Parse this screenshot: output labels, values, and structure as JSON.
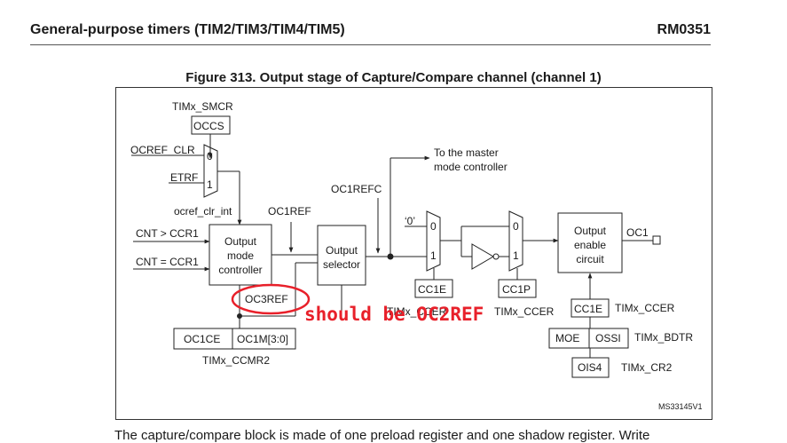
{
  "header": {
    "left": "General-purpose timers (TIM2/TIM3/TIM4/TIM5)",
    "right": "RM0351"
  },
  "figure": {
    "title": "Figure 313. Output stage of Capture/Compare channel (channel 1)",
    "id": "MS33145V1"
  },
  "labels": {
    "timx_smcr": "TIMx_SMCR",
    "occs": "OCCS",
    "ocref_clr": "OCREF_CLR",
    "etrf": "ETRF",
    "mux0": "0",
    "mux1": "1",
    "ocref_clr_int": "ocref_clr_int",
    "oc1ref": "OC1REF",
    "oc1refc": "OC1REFC",
    "to_master_1": "To the master",
    "to_master_2": "mode controller",
    "cnt_gt": "CNT > CCR1",
    "cnt_eq": "CNT = CCR1",
    "omc_1": "Output",
    "omc_2": "mode",
    "omc_3": "controller",
    "os_1": "Output",
    "os_2": "selector",
    "zero_q": "‘0’",
    "cc1e": "CC1E",
    "cc1p": "CC1P",
    "timx_ccer_1": "TIMx_CCER",
    "timx_ccer_2": "TIMx_CCER",
    "oe_1": "Output",
    "oe_2": "enable",
    "oe_3": "circuit",
    "oc1": "OC1",
    "cc1e_2": "CC1E",
    "timx_ccer_3": "TIMx_CCER",
    "moe": "MOE",
    "ossi": "OSSI",
    "timx_bdtr": "TIMx_BDTR",
    "ois4": "OIS4",
    "timx_cr2": "TIMx_CR2",
    "oc3ref": "OC3REF",
    "oc1ce": "OC1CE",
    "oc1m": "OC1M[3:0]",
    "timx_ccmr2": "TIMx_CCMR2"
  },
  "annotation": {
    "text": "should be OC2REF",
    "color": "#e8202a"
  },
  "body": {
    "text": "The capture/compare block is made of one preload register and one shadow register. Write"
  }
}
